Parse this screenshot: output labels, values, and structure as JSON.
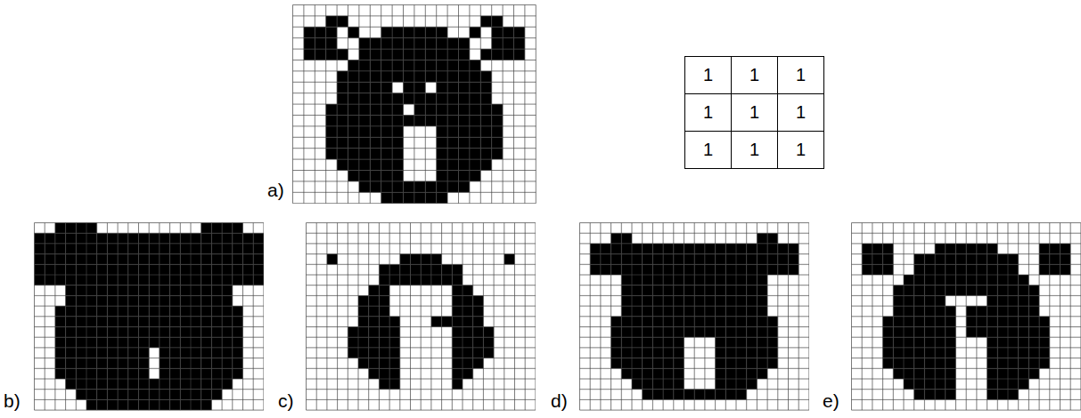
{
  "diagram": {
    "labels": [
      "a)",
      "1",
      "1",
      "1",
      "1",
      "1",
      "1",
      "1",
      "1",
      "1",
      "b)",
      "c)",
      "d)",
      "e)"
    ]
  }
}
